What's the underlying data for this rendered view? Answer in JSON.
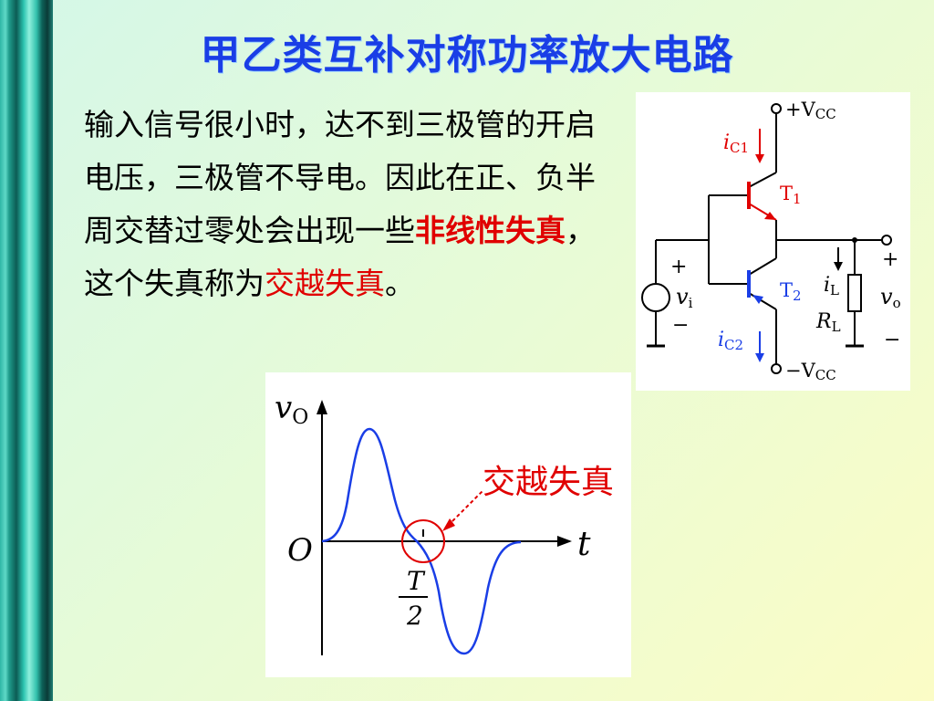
{
  "slide": {
    "title": "甲乙类互补对称功率放大电路",
    "paragraph": {
      "part1": "输入信号很小时，达不到三极管的开启电压，三极管不导电。因此在正、负半周交替过零处会出现一些",
      "highlight1": "非线性失真",
      "part2": "，这个失真称为",
      "highlight2": "交越失真",
      "part3": "。"
    }
  },
  "circuit": {
    "vcc_pos": "+V",
    "vcc_neg": "−V",
    "vcc_sub": "CC",
    "ic1": "i",
    "ic1_sub": "C1",
    "ic2": "i",
    "ic2_sub": "C2",
    "t1": "T",
    "t1_sub": "1",
    "t2": "T",
    "t2_sub": "2",
    "iL": "i",
    "iL_sub": "L",
    "RL": "R",
    "RL_sub": "L",
    "vi": "v",
    "vi_sub": "i",
    "vo": "v",
    "vo_sub": "o",
    "plus": "+",
    "minus": "−"
  },
  "waveform": {
    "ylabel": "v",
    "ylabel_sub": "O",
    "xlabel": "t",
    "origin": "O",
    "half_period_num": "T",
    "half_period_den": "2",
    "annotation": "交越失真"
  },
  "colors": {
    "title": "#1a3ee6",
    "highlight": "#e00000",
    "wave": "#1a3ee6",
    "t1": "#e00000",
    "t2": "#1a3ee6"
  }
}
